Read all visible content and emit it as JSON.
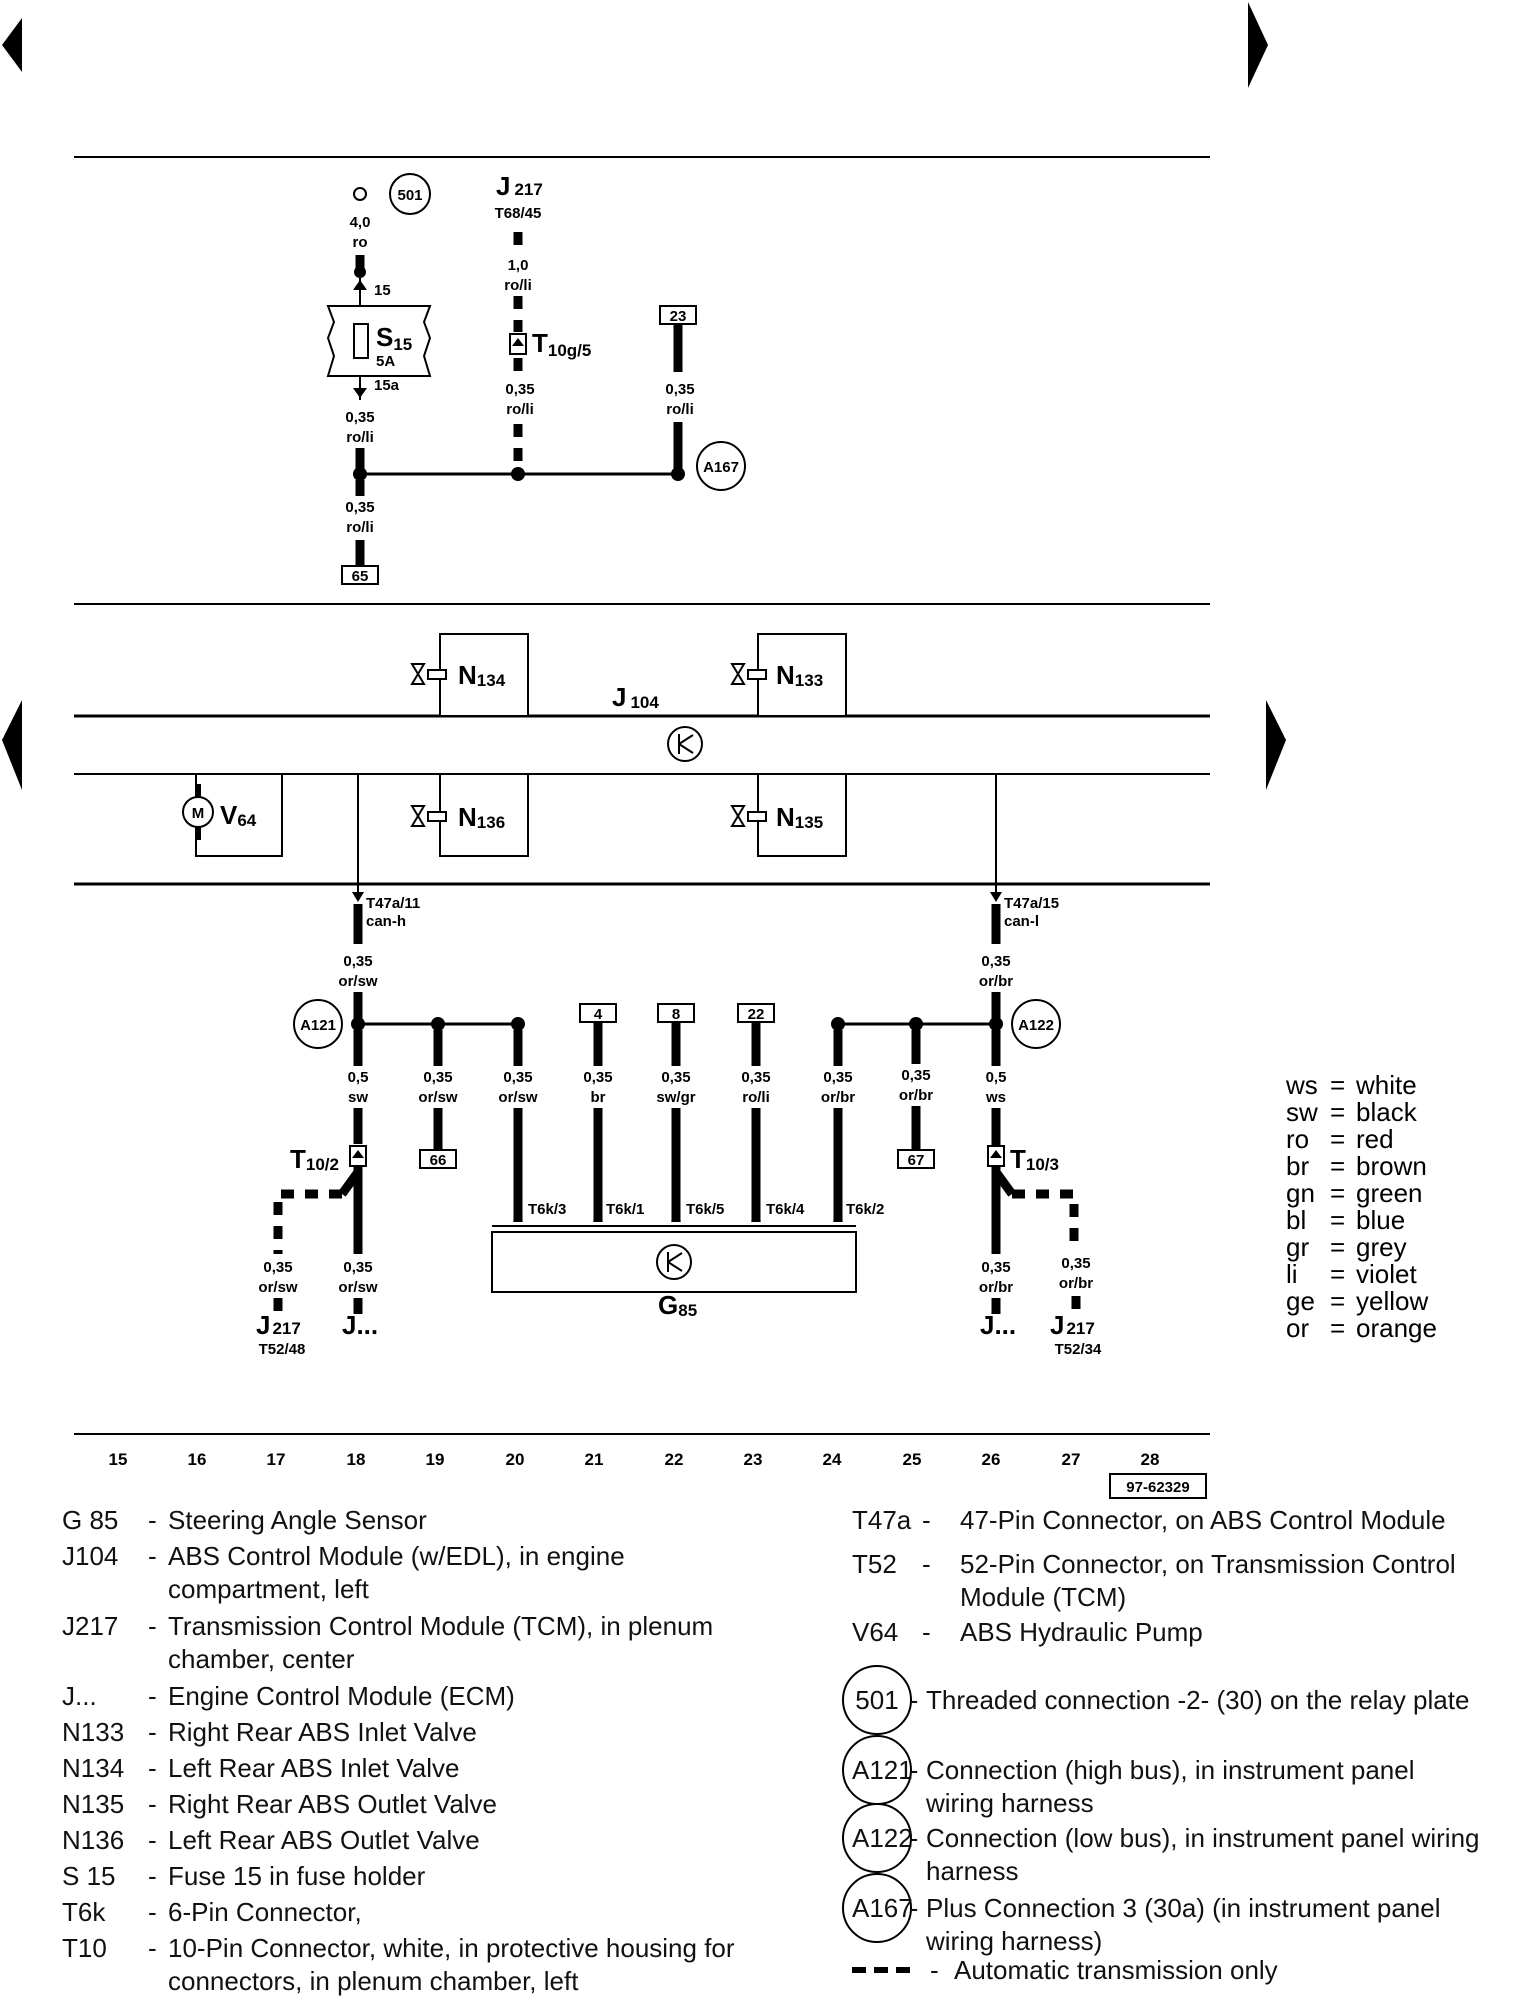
{
  "diagram": {
    "fuse": {
      "symbol": "S",
      "sub": "15",
      "rating": "5A",
      "term_in": "15",
      "term_out": "15a"
    },
    "conn_501": "501",
    "j217_top": {
      "name": "J",
      "sub": "217",
      "pin": "T68/45"
    },
    "t10g5": {
      "name": "T",
      "sub": "10g/5"
    },
    "feed_wires": [
      {
        "gauge": "4,0",
        "color": "ro"
      },
      {
        "gauge": "1,0",
        "color": "ro/li"
      },
      {
        "gauge": "0,35",
        "color": "ro/li"
      },
      {
        "gauge": "0,35",
        "color": "ro/li"
      },
      {
        "gauge": "0,35",
        "color": "ro/li"
      },
      {
        "gauge": "0,35",
        "color": "ro/li"
      }
    ],
    "ref_23": "23",
    "ref_65": "65",
    "a167": "A167",
    "j104": {
      "name": "J",
      "sub": "104"
    },
    "valves": [
      {
        "name": "N",
        "sub": "134"
      },
      {
        "name": "N",
        "sub": "133"
      },
      {
        "name": "N",
        "sub": "136"
      },
      {
        "name": "N",
        "sub": "135"
      }
    ],
    "pump": {
      "name": "V",
      "sub": "64",
      "symbol": "M"
    },
    "can_h": {
      "pin": "T47a/11",
      "signal": "can-h",
      "gauge": "0,35",
      "color": "or/sw"
    },
    "can_l": {
      "pin": "T47a/15",
      "signal": "can-l",
      "gauge": "0,35",
      "color": "or/br"
    },
    "a121": "A121",
    "a122": "A122",
    "bus_wires": [
      {
        "gauge": "0,5",
        "color": "sw"
      },
      {
        "gauge": "0,35",
        "color": "or/sw"
      },
      {
        "gauge": "0,35",
        "color": "or/sw"
      },
      {
        "gauge": "0,35",
        "color": "br"
      },
      {
        "gauge": "0,35",
        "color": "sw/gr"
      },
      {
        "gauge": "0,35",
        "color": "ro/li"
      },
      {
        "gauge": "0,35",
        "color": "or/br"
      },
      {
        "gauge": "0,35",
        "color": "or/br"
      },
      {
        "gauge": "0,5",
        "color": "ws"
      }
    ],
    "refs": [
      "4",
      "8",
      "22",
      "66",
      "67"
    ],
    "g85_pins": [
      "T6k/3",
      "T6k/1",
      "T6k/5",
      "T6k/4",
      "T6k/2"
    ],
    "g85": {
      "name": "G",
      "sub": "85"
    },
    "t10_2": {
      "name": "T",
      "sub": "10/2"
    },
    "t10_3": {
      "name": "T",
      "sub": "10/3"
    },
    "bottom_wires": [
      {
        "gauge": "0,35",
        "color": "or/sw"
      },
      {
        "gauge": "0,35",
        "color": "or/sw"
      },
      {
        "gauge": "0,35",
        "color": "or/br"
      },
      {
        "gauge": "0,35",
        "color": "or/br"
      }
    ],
    "j217_left": {
      "name": "J",
      "sub": "217",
      "pin": "T52/48"
    },
    "j217_right": {
      "name": "J",
      "sub": "217",
      "pin": "T52/34"
    },
    "j_dots": "J...",
    "columns": [
      "15",
      "16",
      "17",
      "18",
      "19",
      "20",
      "21",
      "22",
      "23",
      "24",
      "25",
      "26",
      "27",
      "28"
    ],
    "doc_id": "97-62329"
  },
  "color_legend": [
    {
      "abbr": "ws",
      "name": "white"
    },
    {
      "abbr": "sw",
      "name": "black"
    },
    {
      "abbr": "ro",
      "name": "red"
    },
    {
      "abbr": "br",
      "name": "brown"
    },
    {
      "abbr": "gn",
      "name": "green"
    },
    {
      "abbr": "bl",
      "name": "blue"
    },
    {
      "abbr": "gr",
      "name": "grey"
    },
    {
      "abbr": "li",
      "name": "violet"
    },
    {
      "abbr": "ge",
      "name": "yellow"
    },
    {
      "abbr": "or",
      "name": "orange"
    }
  ],
  "components_left": [
    {
      "code": "G 85",
      "desc": "Steering Angle Sensor"
    },
    {
      "code": "J104",
      "desc": "ABS Control Module (w/EDL), in engine compartment, left"
    },
    {
      "code": "J217",
      "desc": "Transmission Control Module (TCM), in plenum chamber, center"
    },
    {
      "code": "J...",
      "desc": "Engine Control Module (ECM)"
    },
    {
      "code": "N133",
      "desc": "Right Rear ABS Inlet Valve"
    },
    {
      "code": "N134",
      "desc": "Left Rear ABS Inlet Valve"
    },
    {
      "code": "N135",
      "desc": "Right Rear ABS Outlet Valve"
    },
    {
      "code": "N136",
      "desc": "Left Rear ABS Outlet Valve"
    },
    {
      "code": "S 15",
      "desc": "Fuse 15 in fuse holder"
    },
    {
      "code": "T6k",
      "desc": "6-Pin Connector,"
    },
    {
      "code": "T10",
      "desc": "10-Pin Connector, white, in protective housing for connectors, in plenum chamber, left"
    }
  ],
  "components_right": [
    {
      "code": "T47a",
      "desc": "47-Pin Connector, on ABS Control Module"
    },
    {
      "code": "T52",
      "desc": "52-Pin Connector, on Transmission Control Module (TCM)"
    },
    {
      "code": "V64",
      "desc": "ABS Hydraulic Pump"
    }
  ],
  "connections": [
    {
      "code": "501",
      "desc": "Threaded connection -2- (30) on the relay plate"
    },
    {
      "code": "A121",
      "desc": "Connection (high bus), in instrument panel wiring harness"
    },
    {
      "code": "A122",
      "desc": "Connection (low bus), in instrument panel wiring harness"
    },
    {
      "code": "A167",
      "desc": "Plus Connection 3 (30a) (in instrument panel wiring harness)"
    }
  ],
  "dashed_note": "Automatic transmission only"
}
